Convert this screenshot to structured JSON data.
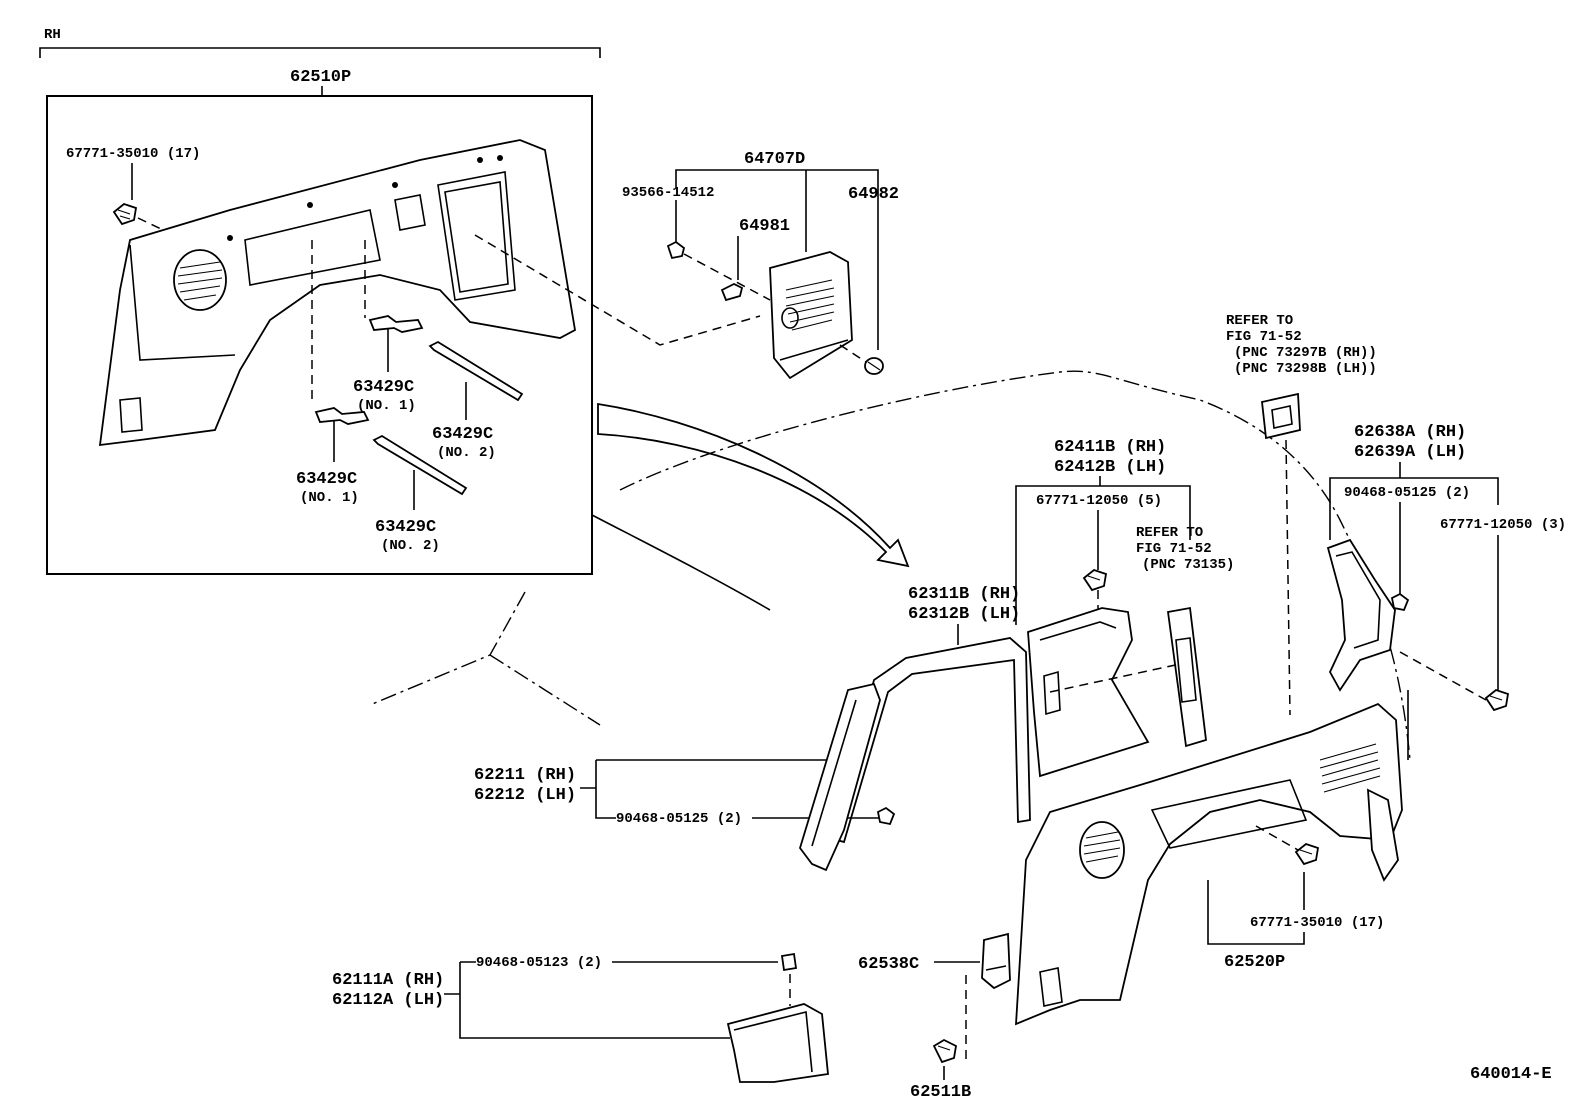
{
  "figure_code": "640014-E",
  "inset": {
    "side": "RH",
    "assembly": "62510P",
    "labels": {
      "clip_top": "67771-35010 (17)",
      "hook_no1_a": "63429C",
      "hook_no1_a_sub": "(NO. 1)",
      "strap_no2_a": "63429C",
      "strap_no2_a_sub": "(NO. 2)",
      "hook_no1_b": "63429C",
      "hook_no1_b_sub": "(NO. 1)",
      "strap_no2_b": "63429C",
      "strap_no2_b_sub": "(NO. 2)"
    }
  },
  "cover": {
    "assembly": "64707D",
    "screw": "93566-14512",
    "bracket": "64981",
    "clip": "64982"
  },
  "refer_top": {
    "line1": "REFER TO",
    "line2": "FIG 71-52",
    "line3": "(PNC 73297B (RH))",
    "line4": "(PNC 73298B (LH))"
  },
  "refer_mid": {
    "line1": "REFER TO",
    "line2": "FIG 71-52",
    "line3": "(PNC 73135)"
  },
  "parts": {
    "p62638A": "62638A (RH)",
    "p62639A": "62639A (LH)",
    "p90468_05125_r": "90468-05125 (2)",
    "p67771_12050_3": "67771-12050 (3)",
    "p62411B": "62411B (RH)",
    "p62412B": "62412B (LH)",
    "p67771_12050_5": "67771-12050 (5)",
    "p62311B": "62311B (RH)",
    "p62312B": "62312B (LH)",
    "p62211": "62211 (RH)",
    "p62212": "62212 (LH)",
    "p90468_05125_l": "90468-05125 (2)",
    "p67771_35010": "67771-35010 (17)",
    "p62520P": "62520P",
    "p62538C": "62538C",
    "p62511B": "62511B",
    "p62111A": "62111A (RH)",
    "p62112A": "62112A (LH)",
    "p90468_05123": "90468-05123 (2)"
  }
}
